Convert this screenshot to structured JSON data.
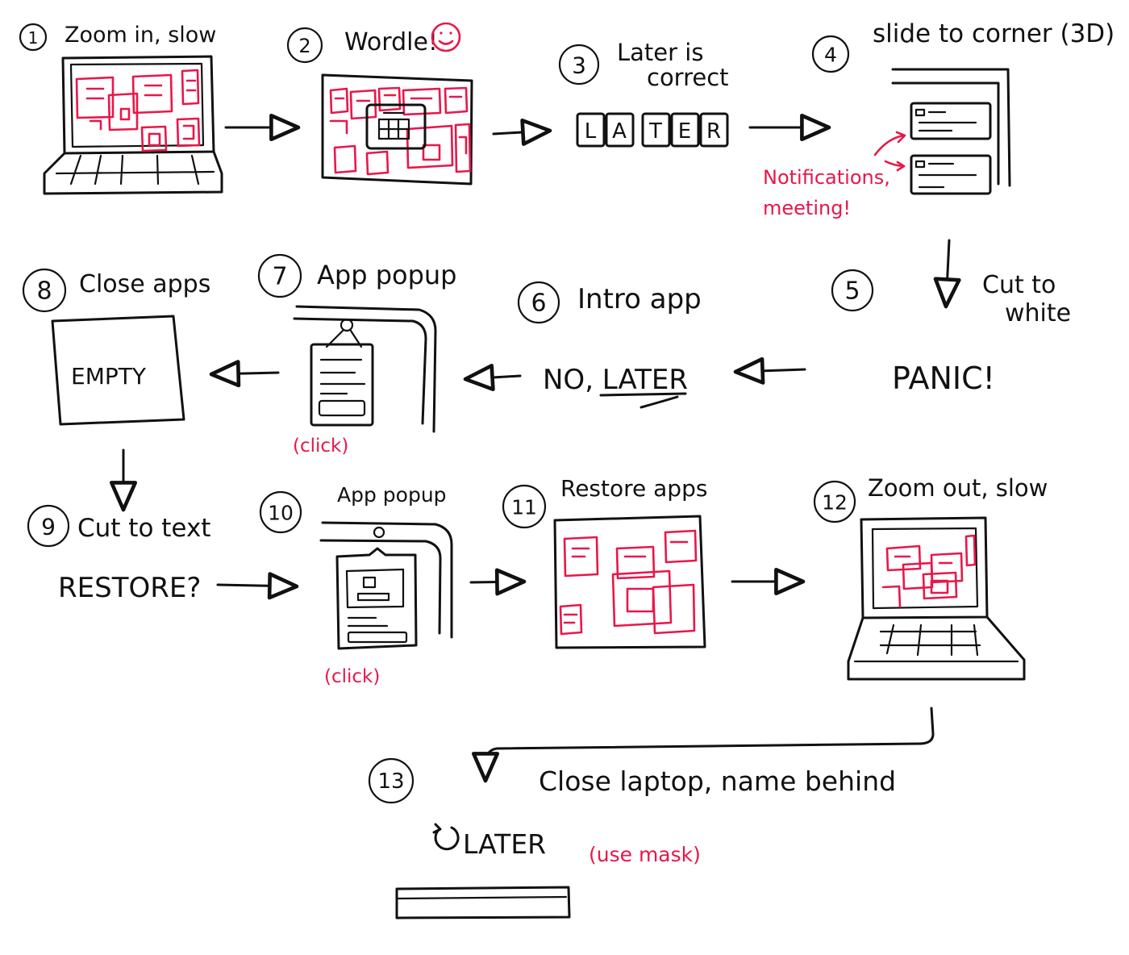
{
  "steps": [
    {
      "num": "1",
      "title": "Zoom in, slow"
    },
    {
      "num": "2",
      "title": "Wordle!"
    },
    {
      "num": "3",
      "title_line1": "Later is",
      "title_line2": "correct"
    },
    {
      "num": "4",
      "title": "slide to corner (3D)"
    },
    {
      "num": "5",
      "title_line1": "Cut to",
      "title_line2": "white"
    },
    {
      "num": "6",
      "title": "Intro app"
    },
    {
      "num": "7",
      "title": "App popup"
    },
    {
      "num": "8",
      "title": "Close apps"
    },
    {
      "num": "9",
      "title": "Cut to text"
    },
    {
      "num": "10",
      "title": "App popup"
    },
    {
      "num": "11",
      "title": "Restore apps"
    },
    {
      "num": "12",
      "title": "Zoom out, slow"
    },
    {
      "num": "13",
      "title": "Close laptop, name behind"
    }
  ],
  "tiles": [
    "L",
    "A",
    "T",
    "E",
    "R"
  ],
  "notes": {
    "notifications_line1": "Notifications,",
    "notifications_line2": "meeting!",
    "panic": "PANIC!",
    "no_later": "NO, LATER",
    "empty": "EMPTY",
    "click_7": "(click)",
    "click_10": "(click)",
    "restore": "RESTORE?",
    "logo_text": "LATER",
    "use_mask": "(use mask)"
  },
  "colors": {
    "ink": "#111111",
    "accent": "#e8174a",
    "background": "#ffffff"
  }
}
